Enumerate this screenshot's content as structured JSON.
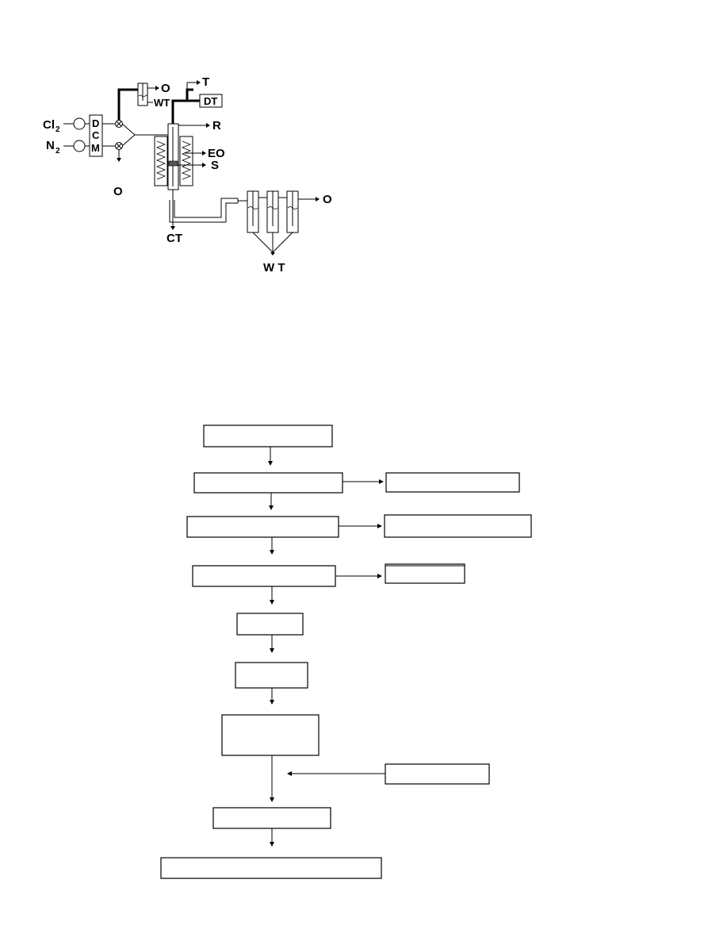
{
  "apparatus": {
    "labels": {
      "cl2_main": "Cl",
      "cl2_sub": "2",
      "n2_main": "N",
      "n2_sub": "2",
      "dcm_d": "D",
      "dcm_c": "C",
      "dcm_m": "M",
      "o_top": "O",
      "wt_top": "WT",
      "t": "T",
      "dt": "DT",
      "r": "R",
      "eo": "EO",
      "s": "S",
      "o_left": "O",
      "ct": "CT",
      "o_right": "O",
      "wt_bottom": "W T"
    }
  },
  "flowchart": {
    "main_steps": [
      "",
      "",
      "",
      "",
      "",
      "",
      "",
      "",
      ""
    ],
    "side_outputs": [
      "",
      "",
      ""
    ],
    "side_input": ""
  }
}
